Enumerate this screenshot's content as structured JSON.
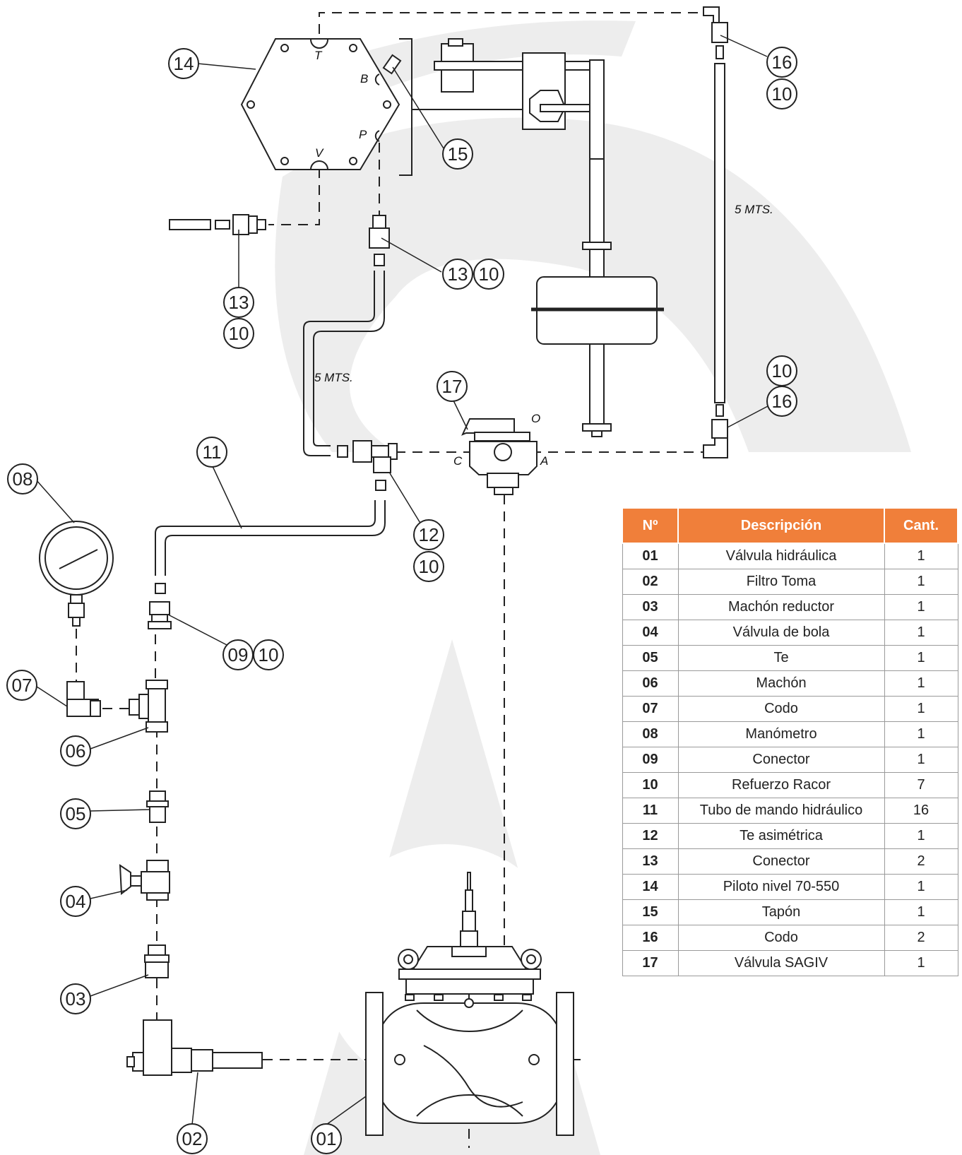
{
  "diagram": {
    "bubbles": [
      "14",
      "16",
      "10",
      "15",
      "13",
      "10",
      "13",
      "10",
      "17",
      "10",
      "16",
      "11",
      "08",
      "12",
      "10",
      "09",
      "10",
      "07",
      "06",
      "05",
      "04",
      "03",
      "02",
      "01"
    ],
    "ports": {
      "t": "T",
      "b": "B",
      "p": "P",
      "v": "V",
      "o": "O",
      "c": "C",
      "a": "A"
    },
    "lengths": {
      "right_tube": "5 MTS.",
      "left_tube": "5 MTS."
    },
    "colors": {
      "line": "#222222",
      "watermark": "#ededed",
      "table_header": "#f07f3a"
    }
  },
  "table": {
    "headers": {
      "num": "Nº",
      "desc": "Descripción",
      "qty": "Cant."
    },
    "rows": [
      {
        "num": "01",
        "desc": "Válvula hidráulica",
        "qty": "1"
      },
      {
        "num": "02",
        "desc": "Filtro Toma",
        "qty": "1"
      },
      {
        "num": "03",
        "desc": "Machón reductor",
        "qty": "1"
      },
      {
        "num": "04",
        "desc": "Válvula de bola",
        "qty": "1"
      },
      {
        "num": "05",
        "desc": "Te",
        "qty": "1"
      },
      {
        "num": "06",
        "desc": "Machón",
        "qty": "1"
      },
      {
        "num": "07",
        "desc": "Codo",
        "qty": "1"
      },
      {
        "num": "08",
        "desc": "Manómetro",
        "qty": "1"
      },
      {
        "num": "09",
        "desc": "Conector",
        "qty": "1"
      },
      {
        "num": "10",
        "desc": "Refuerzo Racor",
        "qty": "7"
      },
      {
        "num": "11",
        "desc": "Tubo de mando hidráulico",
        "qty": "16"
      },
      {
        "num": "12",
        "desc": "Te asimétrica",
        "qty": "1"
      },
      {
        "num": "13",
        "desc": "Conector",
        "qty": "2"
      },
      {
        "num": "14",
        "desc": "Piloto nivel 70-550",
        "qty": "1"
      },
      {
        "num": "15",
        "desc": "Tapón",
        "qty": "1"
      },
      {
        "num": "16",
        "desc": "Codo",
        "qty": "2"
      },
      {
        "num": "17",
        "desc": "Válvula SAGIV",
        "qty": "1"
      }
    ]
  }
}
